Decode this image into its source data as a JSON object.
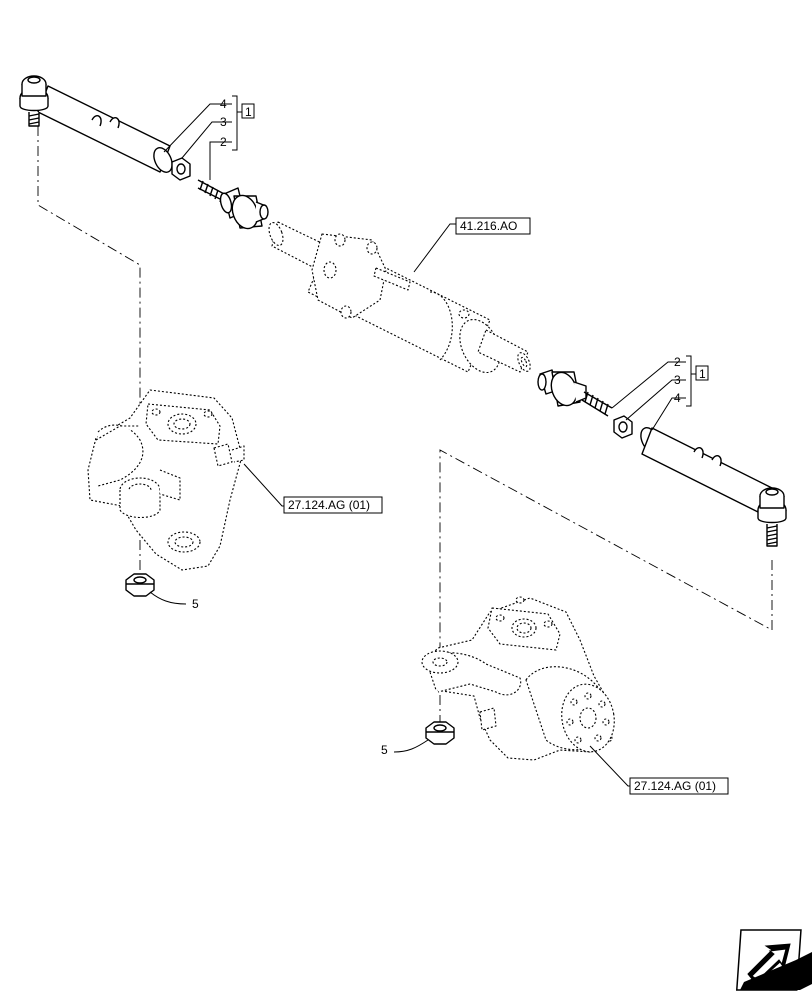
{
  "callouts": {
    "left_4": "4",
    "left_3": "3",
    "left_2": "2",
    "left_kit": "1",
    "right_2": "2",
    "right_3": "3",
    "right_4": "4",
    "right_kit": "1",
    "nut_left": "5",
    "nut_right": "5"
  },
  "refs": {
    "cylinder": "41.216.AO",
    "knuckle_left": "27.124.AG (01)",
    "knuckle_right": "27.124.AG (01)"
  },
  "nav": {
    "icon": "next-page-arrow-icon"
  }
}
